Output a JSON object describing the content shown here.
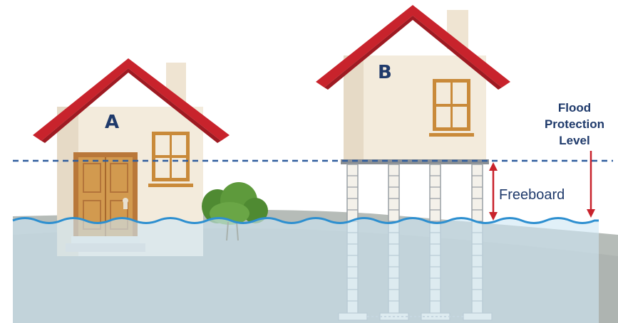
{
  "labels": {
    "house_a": "A",
    "house_b": "B",
    "flood_protection_line1": "Flood",
    "flood_protection_line2": "Protection",
    "flood_protection_line3": "Level",
    "freeboard": "Freeboard"
  },
  "colors": {
    "roof": "#c8232c",
    "wall": "#f3ebdc",
    "window_frame": "#c98a3a",
    "door": "#d29a4f",
    "water": "#cfe6f3",
    "water_line": "#2d8fd0",
    "ground": "#b6bcb8",
    "flood_line": "#2f5d9e",
    "arrow": "#c8232c",
    "label": "#1f3a6b",
    "bush": "#5e9a3c"
  },
  "icons": {
    "door": "door-icon",
    "window": "window-icon",
    "bush": "bush-icon"
  }
}
